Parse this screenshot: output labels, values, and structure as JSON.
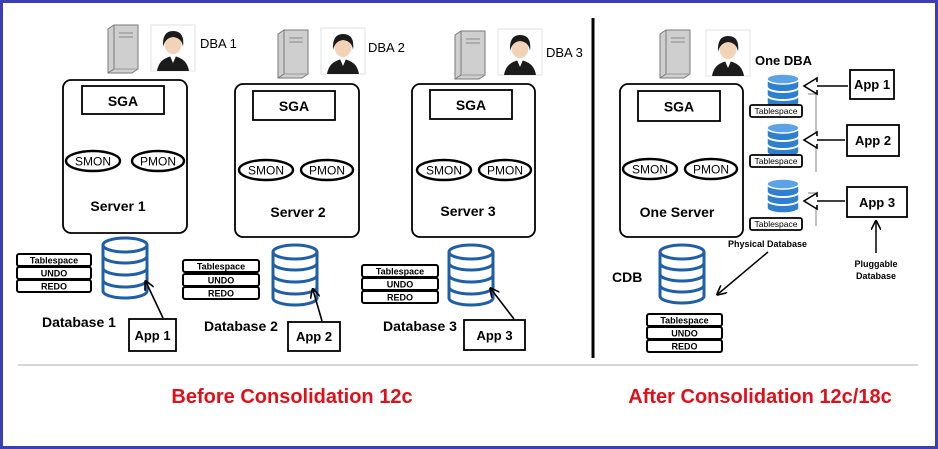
{
  "colors": {
    "frame": "#3b3fb6",
    "caption": "#e0101a",
    "db_blue": "#1f5fa8",
    "db_fill": "#2f7fd0",
    "box": "#000000",
    "divider": "#000000"
  },
  "icons": {
    "server": "server-tower-icon",
    "dba": "dba-person-icon"
  },
  "before": {
    "caption": "Before Consolidation 12c",
    "columns": [
      {
        "dba": "DBA 1",
        "sga": "SGA",
        "smon": "SMON",
        "pmon": "PMON",
        "server": "Server 1",
        "stack": [
          "Tablespace",
          "UNDO",
          "REDO"
        ],
        "database": "Database 1",
        "app": "App 1"
      },
      {
        "dba": "DBA 2",
        "sga": "SGA",
        "smon": "SMON",
        "pmon": "PMON",
        "server": "Server 2",
        "stack": [
          "Tablespace",
          "UNDO",
          "REDO"
        ],
        "database": "Database 2",
        "app": "App 2"
      },
      {
        "dba": "DBA 3",
        "sga": "SGA",
        "smon": "SMON",
        "pmon": "PMON",
        "server": "Server 3",
        "stack": [
          "Tablespace",
          "UNDO",
          "REDO"
        ],
        "database": "Database 3",
        "app": "App 3"
      }
    ]
  },
  "after": {
    "caption": "After Consolidation 12c/18c",
    "dba": "One DBA",
    "sga": "SGA",
    "smon": "SMON",
    "pmon": "PMON",
    "server": "One Server",
    "pdbs": [
      {
        "tablespace": "Tablespace",
        "app": "App 1"
      },
      {
        "tablespace": "Tablespace",
        "app": "App 2"
      },
      {
        "tablespace": "Tablespace",
        "app": "App 3"
      }
    ],
    "physical_database": "Physical Database",
    "pluggable_line1": "Pluggable",
    "pluggable_line2": "Database",
    "cdb": "CDB",
    "cdb_stack": [
      "Tablespace",
      "UNDO",
      "REDO"
    ]
  }
}
